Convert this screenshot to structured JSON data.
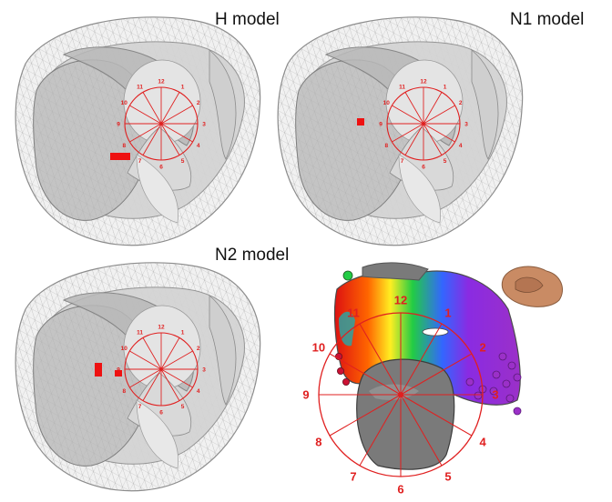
{
  "figure": {
    "panels": [
      {
        "id": "h",
        "title": "H model",
        "kind": "mesh",
        "markers": 1
      },
      {
        "id": "n1",
        "title": "N1 model",
        "kind": "mesh",
        "markers": 1
      },
      {
        "id": "n2",
        "title": "N2 model",
        "kind": "mesh",
        "markers": 2
      },
      {
        "id": "map",
        "title": "",
        "kind": "electroanatomical-map"
      }
    ],
    "clock_positions": [
      "12",
      "1",
      "2",
      "3",
      "4",
      "5",
      "6",
      "7",
      "8",
      "9",
      "10",
      "11"
    ],
    "colors": {
      "mesh_stroke": "#8c8c8c",
      "mesh_fill": "#e6e6e6",
      "clock_red": "#e02020",
      "marker_red": "#ee1111",
      "map_gray": "#7a7a7a",
      "map_purple": "#8a2be2",
      "map_green": "#22cc44",
      "map_yellow": "#ffee22",
      "map_red": "#dd1111",
      "map_cyan": "#22aaaa",
      "thumbnail": "#c98b64"
    }
  }
}
